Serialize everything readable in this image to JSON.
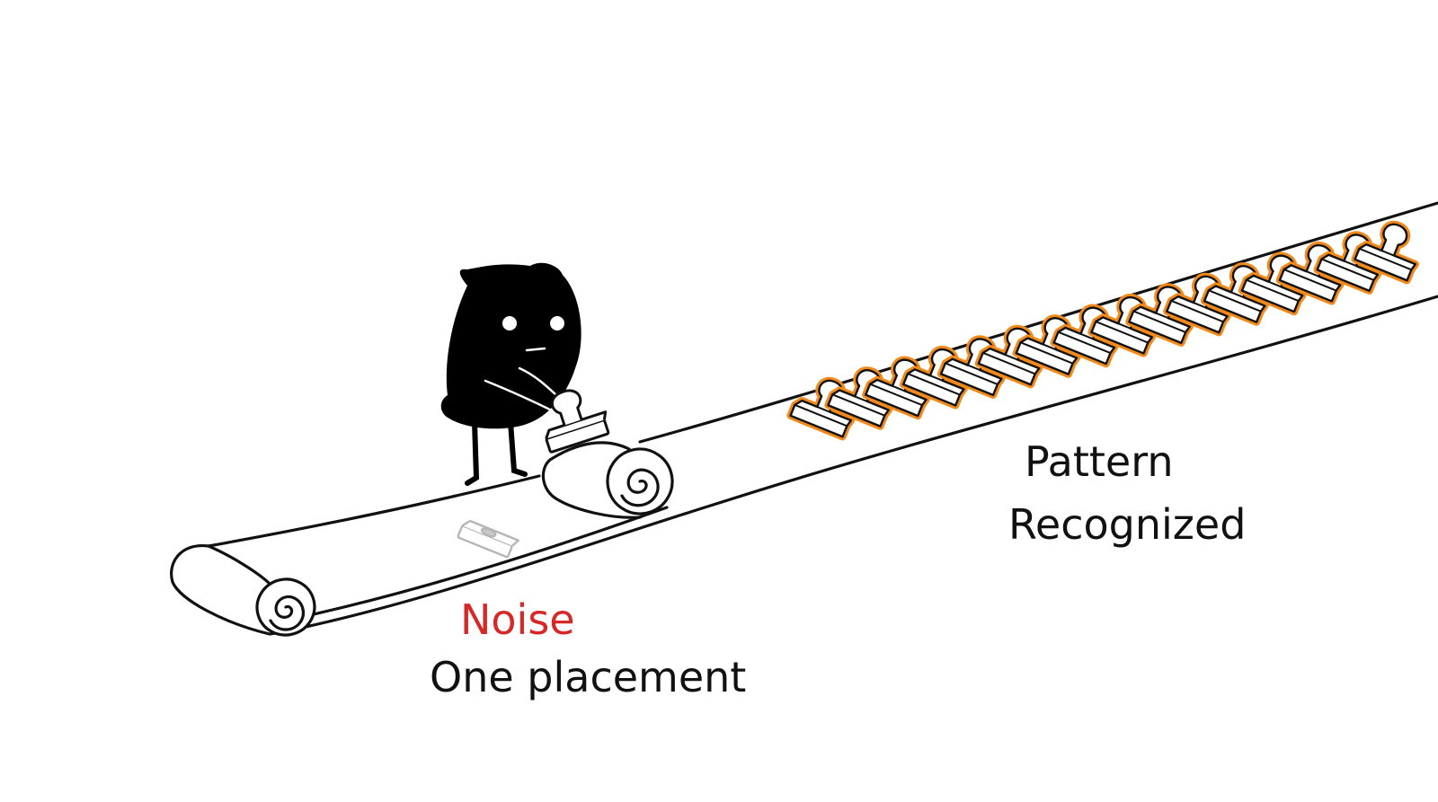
{
  "labels": {
    "noise_title": "Noise",
    "noise_caption": "One placement",
    "pattern_line1": "Pattern",
    "pattern_line2": "Recognized"
  },
  "pattern_stamp_count": 16,
  "noise_stamp_count": 1,
  "colors": {
    "ink": "#111111",
    "noise_accent": "#d62828",
    "pattern_highlight": "#f28a1b",
    "faded_stamp": "#b5b5b5",
    "paper": "#ffffff"
  },
  "icons": [
    "character-icon",
    "stamp-icon",
    "scroll-roll-icon"
  ]
}
